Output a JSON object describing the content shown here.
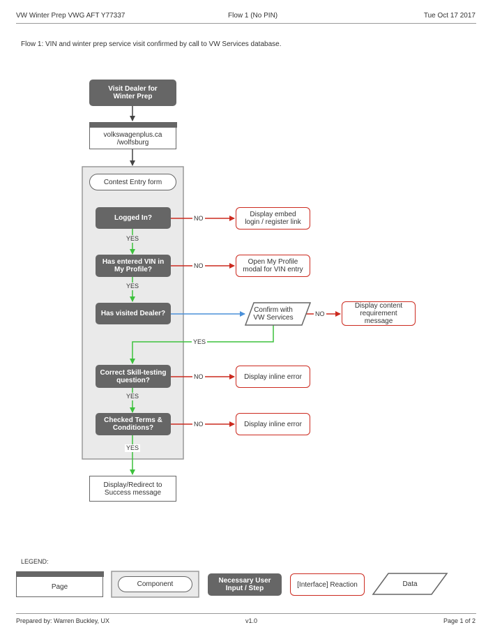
{
  "header": {
    "left": "VW Winter Prep VWG AFT Y77337",
    "center": "Flow 1 (No PIN)",
    "right": "Tue Oct 17 2017"
  },
  "caption": "Flow 1:  VIN and winter prep service visit confirmed by call to VW Services database.",
  "nodes": {
    "visit_dealer": "Visit Dealer for\nWinter Prep",
    "landing_page": "volkswagenplus.ca\n/wolfsburg",
    "contest_form": "Contest Entry form",
    "logged_in": "Logged In?",
    "entered_vin": "Has entered VIN in\nMy Profile?",
    "visited_dealer": "Has visited Dealer?",
    "correct_skill": "Correct Skill-testing\nquestion?",
    "checked_terms": "Checked Terms &\nConditions?",
    "success": "Display/Redirect to\nSuccess message",
    "display_embed": "Display embed\nlogin / register link",
    "open_profile": "Open My Profile\nmodal for VIN entry",
    "confirm_vw": "Confirm with\nVW Services",
    "display_content": "Display content\nrequirement\nmessage",
    "inline_error_1": "Display inline error",
    "inline_error_2": "Display inline error"
  },
  "edge_labels": {
    "no": "NO",
    "yes": "YES"
  },
  "legend": {
    "title": "LEGEND:",
    "page": "Page",
    "component": "Component",
    "step": "Necessary User\nInput / Step",
    "reaction": "[Interface] Reaction",
    "data": "Data"
  },
  "footer": {
    "left": "Prepared by: Warren Buckley, UX",
    "center": "v1.0",
    "right": "Page 1 of 2"
  },
  "colors": {
    "step_fill": "#666666",
    "group_fill": "#eaeaea",
    "reaction_border": "#cc2a1f",
    "yes_arrow": "#3cc13c",
    "no_arrow": "#cc2a1f",
    "data_arrow": "#4a90d9",
    "default_arrow": "#444444"
  }
}
